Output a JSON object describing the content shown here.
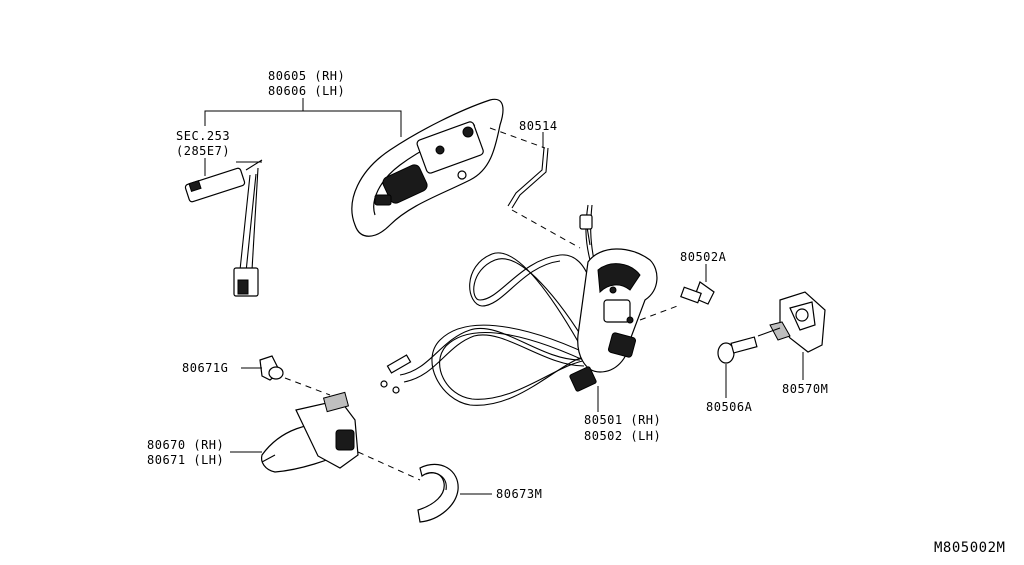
{
  "diagram": {
    "labels": {
      "handle_inner_rh": "80605 (RH)",
      "handle_inner_lh": "80606 (LH)",
      "sec_ref": "SEC.253",
      "sec_ref_sub": "(285E7)",
      "rod": "80514",
      "latch_screw": "80502A",
      "nut": "80671G",
      "handle_outer_rh": "80670 (RH)",
      "handle_outer_lh": "80671 (LH)",
      "gasket": "80673M",
      "lock_rh": "80501 (RH)",
      "lock_lh": "80502 (LH)",
      "striker": "80570M",
      "striker_screw": "80506A",
      "drawing_id": "M805002M"
    }
  }
}
